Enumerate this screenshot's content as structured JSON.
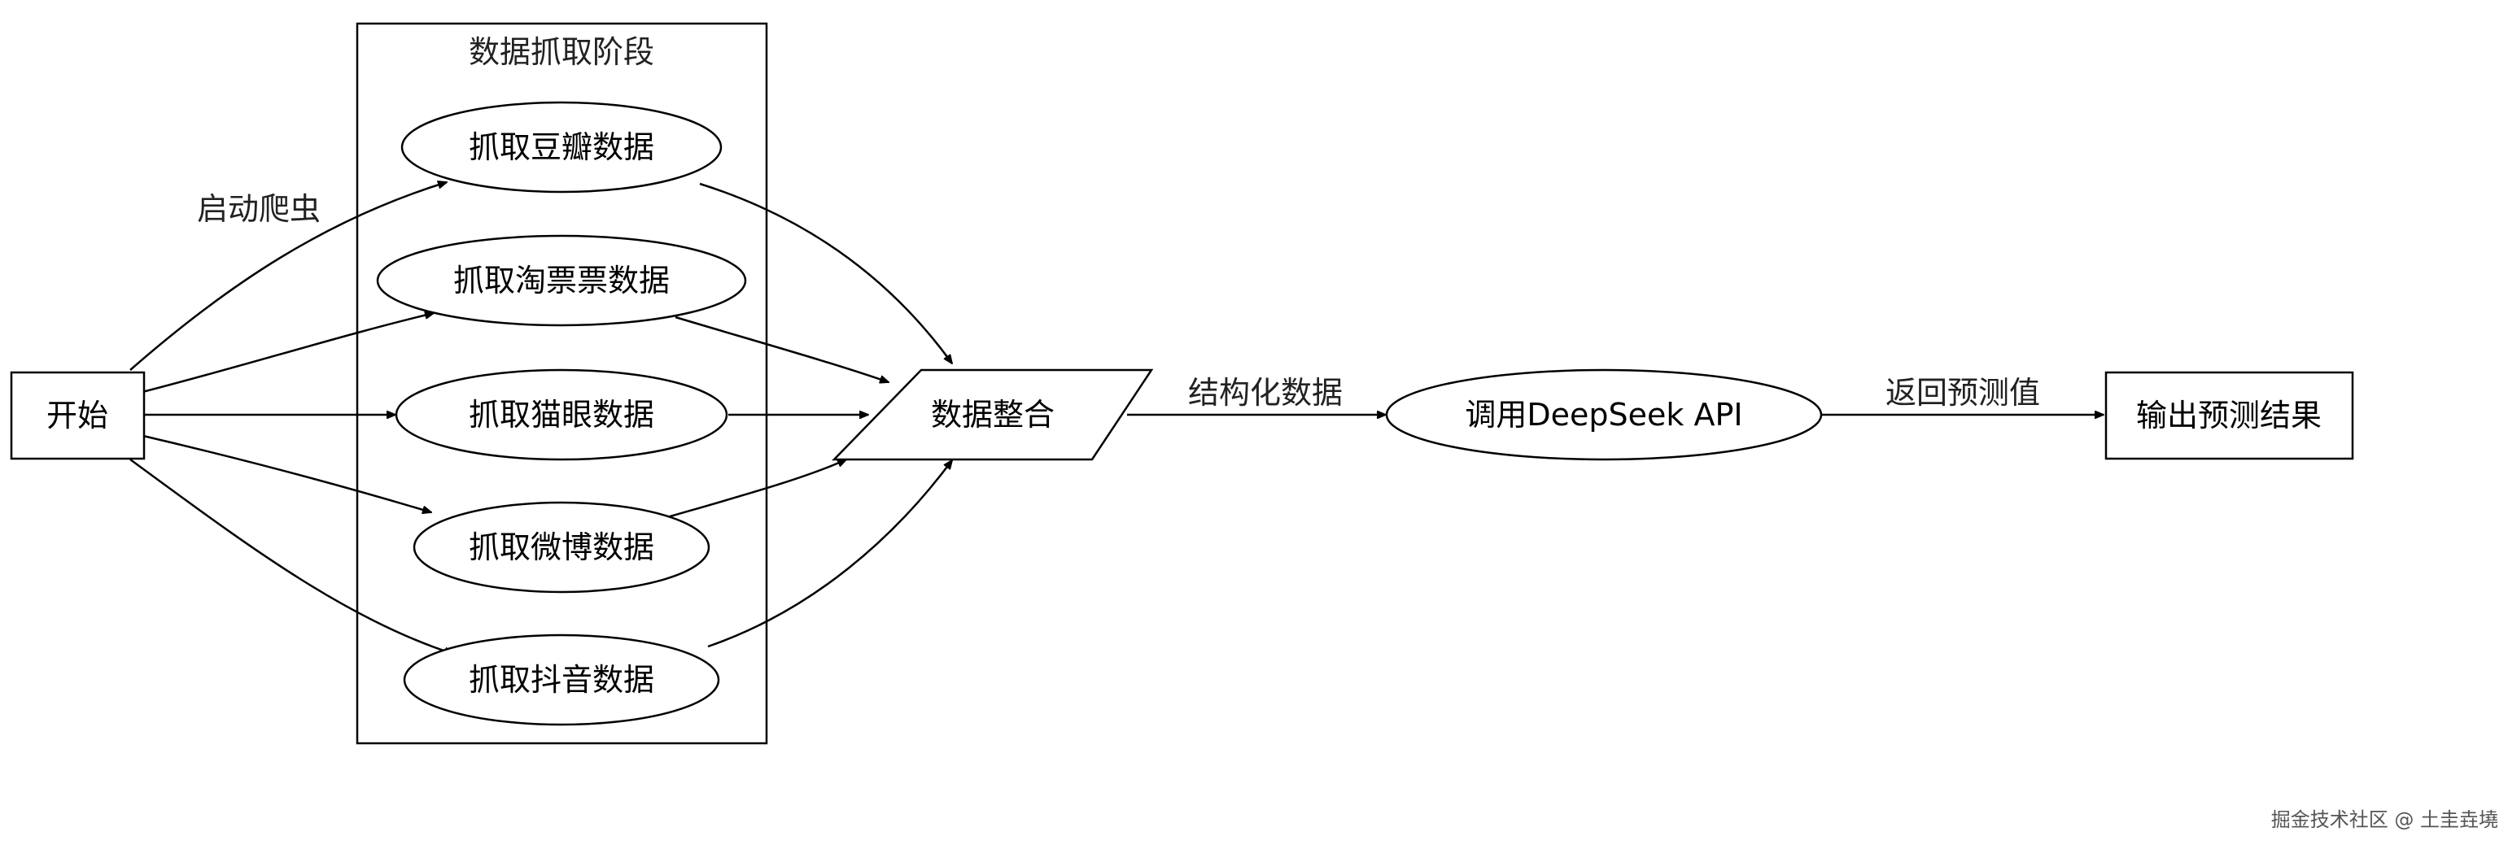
{
  "cluster": {
    "label": "数据抓取阶段"
  },
  "nodes": {
    "start": "开始",
    "douban": "抓取豆瓣数据",
    "taopiaopiao": "抓取淘票票数据",
    "maoyan": "抓取猫眼数据",
    "weibo": "抓取微博数据",
    "douyin": "抓取抖音数据",
    "integrate": "数据整合",
    "deepseek": "调用DeepSeek API",
    "output": "输出预测结果"
  },
  "edge_labels": {
    "start_crawler": "启动爬虫",
    "structured_data": "结构化数据",
    "return_prediction": "返回预测值"
  },
  "watermark": "掘金技术社区 @ 土圭垚墝"
}
